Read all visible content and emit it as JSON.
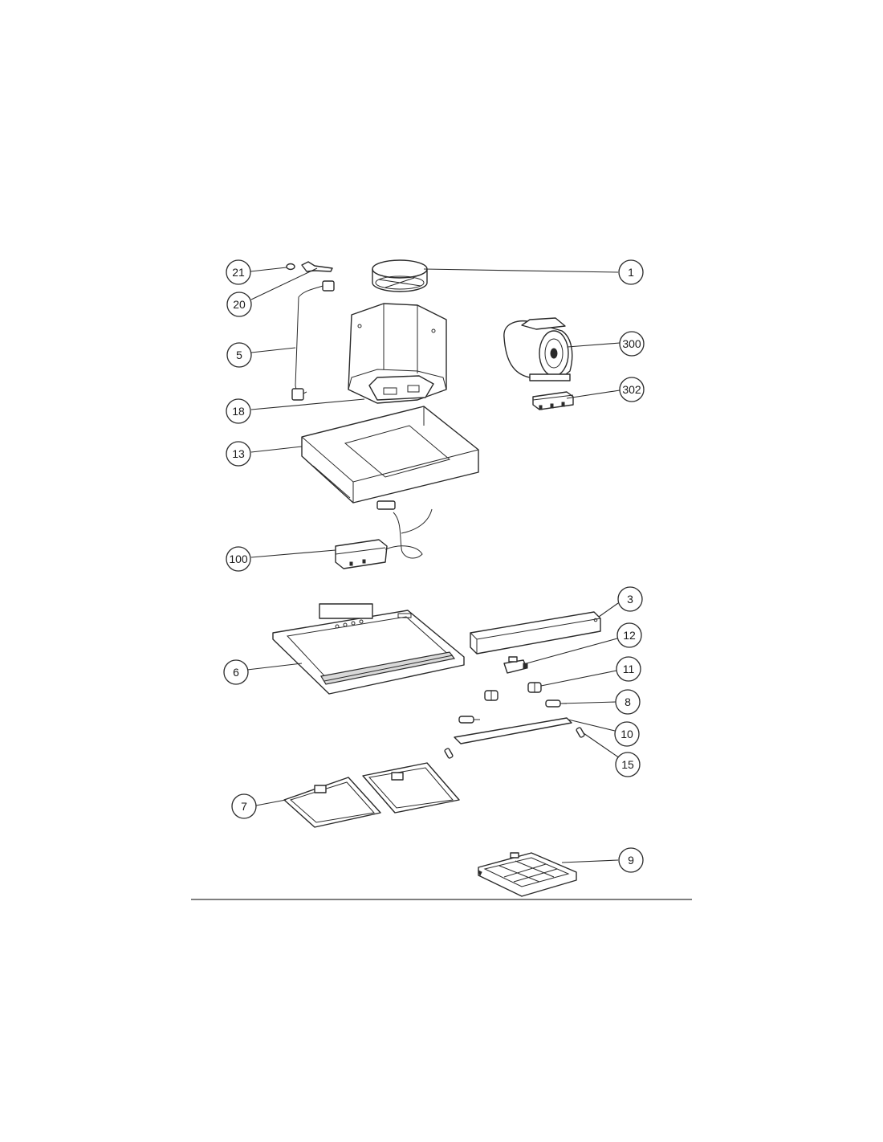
{
  "callouts": [
    {
      "label": "21"
    },
    {
      "label": "20"
    },
    {
      "label": "5"
    },
    {
      "label": "18"
    },
    {
      "label": "13"
    },
    {
      "label": "100"
    },
    {
      "label": "1"
    },
    {
      "label": "300"
    },
    {
      "label": "302"
    },
    {
      "label": "3"
    },
    {
      "label": "12"
    },
    {
      "label": "11"
    },
    {
      "label": "8"
    },
    {
      "label": "10"
    },
    {
      "label": "15"
    },
    {
      "label": "6"
    },
    {
      "label": "7"
    },
    {
      "label": "9"
    }
  ]
}
